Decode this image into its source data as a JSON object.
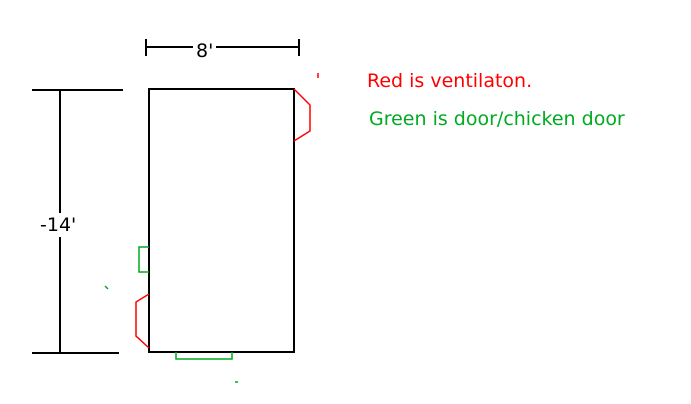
{
  "dimensions": {
    "width": "8'",
    "length": "-14'"
  },
  "legend": {
    "ventilation": "Red is ventilaton.",
    "door": "Green is door/chicken door"
  },
  "colors": {
    "outline": "#000000",
    "ventilation": "#ff0000",
    "door": "#00aa22"
  }
}
